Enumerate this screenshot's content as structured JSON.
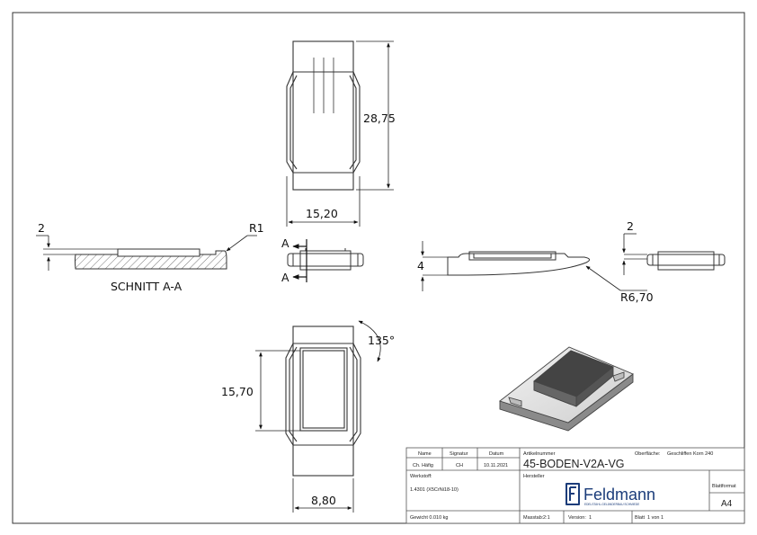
{
  "drawing": {
    "dimensions": {
      "top_height": "28,75",
      "top_width": "15,20",
      "section_thickness": "2",
      "section_radius": "R1",
      "section_title": "SCHNITT A-A",
      "cut_marker": "A",
      "side_height": "4",
      "side_radius": "R6,70",
      "right_thickness": "2",
      "bottom_height": "15,70",
      "bottom_width": "8,80",
      "angle": "135°"
    }
  },
  "title_block": {
    "name_label": "Name",
    "signature_label": "Signatur",
    "date_label": "Datum",
    "name_value": "Ch. Häfig",
    "signature_value": "CH",
    "date_value": "10.11.2021",
    "article_label": "Artikelnummer",
    "surface_label": "Oberfläche:",
    "surface_value": "Geschliffen Korn 240",
    "article_number": "45-BODEN-V2A-VG",
    "material_label": "Werkstoff:",
    "material_value": "1.4301 (X5CrNi18-10)",
    "manufacturer_label": "Hersteller",
    "logo_text": "Feldmann",
    "logo_subtitle": "EDELSTAHL-GELÄNDERBAU SCHMIEDE",
    "sheet_format_label": "Blattformat",
    "sheet_format_value": "A4",
    "weight": "Gewicht 0.010 kg",
    "scale_label": "Masstab:",
    "scale_value": "2:1",
    "version_label": "Version:",
    "version_value": "1",
    "sheet_label": "Blatt",
    "sheet_value": "1 von 1"
  }
}
